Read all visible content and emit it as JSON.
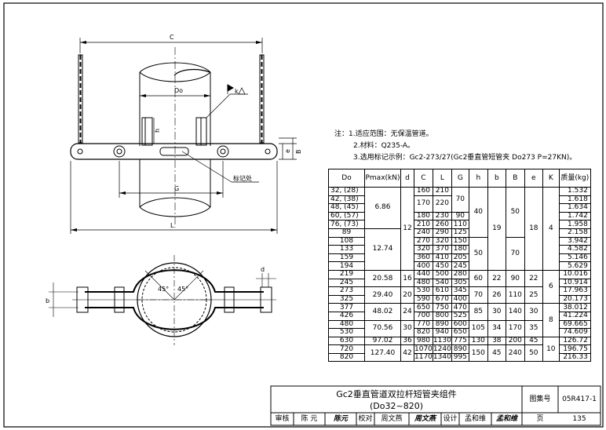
{
  "drawing": {
    "dim_C": "C",
    "dim_Do": "Do",
    "dim_h": "h",
    "dim_e": "e",
    "dim_B": "B",
    "dim_G": "G",
    "dim_L": "L",
    "dim_b": "b",
    "dim_d": "d",
    "angle1": "45°",
    "angle2": "45°",
    "mark_label": "标记处",
    "weld_symbol": "k"
  },
  "notes": {
    "n1": "注：1.适应范围：无保温管道。",
    "n2": "2.材料：Q235-A。",
    "n3": "3.选用标记示例：Gc2-273/27(Gc2垂直管短管夹 Do273 P=27KN)。"
  },
  "table": {
    "headers": [
      "Do",
      "Pmax(kN)",
      "d",
      "C",
      "L",
      "G",
      "h",
      "b",
      "B",
      "e",
      "K",
      "质量(kg)"
    ],
    "do": [
      "32, (28)",
      "42, (38)",
      "48, (45)",
      "60, (57)",
      "76, (73)",
      "89",
      "108",
      "133",
      "159",
      "194",
      "219",
      "245",
      "273",
      "325",
      "377",
      "426",
      "480",
      "530",
      "630",
      "720",
      "820"
    ],
    "C": [
      "160",
      "170",
      "180",
      "210",
      "240",
      "270",
      "320",
      "360",
      "400",
      "440",
      "480",
      "530",
      "590",
      "650",
      "700",
      "770",
      "820",
      "980",
      "1070",
      "1170"
    ],
    "L": [
      "210",
      "220",
      "230",
      "260",
      "290",
      "320",
      "370",
      "410",
      "450",
      "500",
      "540",
      "610",
      "670",
      "750",
      "800",
      "890",
      "940",
      "1130",
      "1240",
      "1340"
    ],
    "G": [
      "70",
      "90",
      "110",
      "125",
      "150",
      "180",
      "205",
      "245",
      "280",
      "305",
      "345",
      "400",
      "470",
      "525",
      "600",
      "650",
      "775",
      "890",
      "995"
    ],
    "mass": [
      "1.532",
      "1.618",
      "1.634",
      "1.742",
      "1.958",
      "2.158",
      "3.942",
      "4.582",
      "5.146",
      "5.629",
      "10.016",
      "10.914",
      "17.963",
      "20.173",
      "38.012",
      "41.224",
      "69.665",
      "74.609",
      "126.72",
      "196.75",
      "216.33"
    ],
    "pmax": [
      "6.86",
      "12.74",
      "20.58",
      "29.40",
      "48.02",
      "70.56",
      "97.02",
      "127.40"
    ],
    "d": [
      "12",
      "16",
      "20",
      "24",
      "30",
      "36",
      "42"
    ],
    "h": [
      "40",
      "50",
      "60",
      "70",
      "85",
      "105",
      "130",
      "150"
    ],
    "b": [
      "19",
      "22",
      "26",
      "30",
      "34",
      "38",
      "45"
    ],
    "B": [
      "50",
      "70",
      "90",
      "110",
      "140",
      "170",
      "200",
      "240"
    ],
    "e": [
      "18",
      "22",
      "25",
      "30",
      "35",
      "45",
      "50"
    ],
    "K": [
      "4",
      "6",
      "8",
      "10"
    ]
  },
  "titleblock": {
    "title_line1": "Gc2垂直管道双拉杆短管夹组件",
    "title_line2": "(Do32~820)",
    "code_label": "图集号",
    "code": "05R417-1",
    "review_label": "审核",
    "reviewer": "陈 元",
    "review_sig": "陈元",
    "check_label": "校对",
    "checker": "周文燕",
    "check_sig": "周文燕",
    "design_label": "设计",
    "designer": "孟和维",
    "design_sig": "孟和维",
    "page_label": "页",
    "page": "135"
  }
}
